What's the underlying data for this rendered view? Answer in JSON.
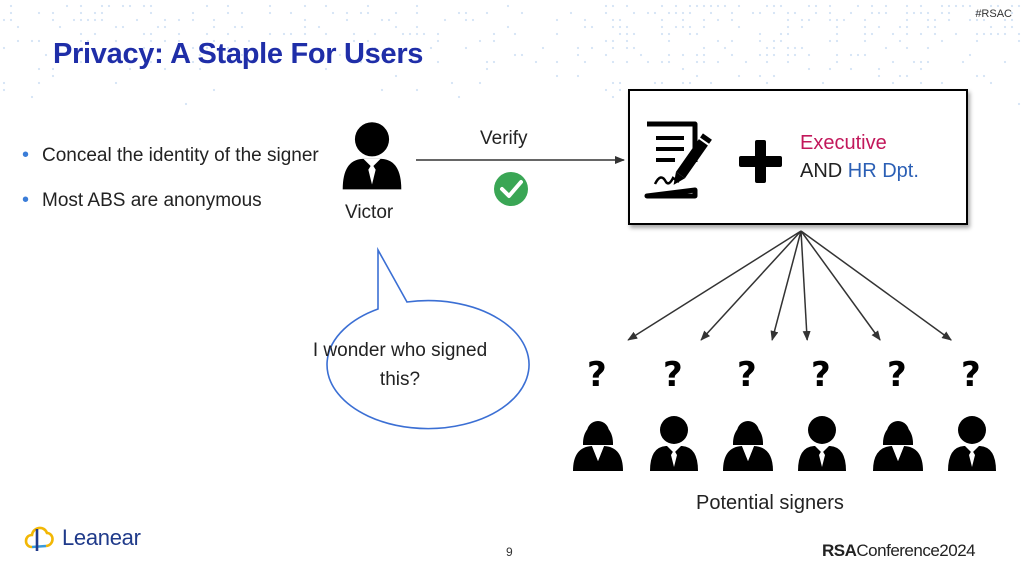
{
  "slide": {
    "tag": "#RSAC",
    "title": "Privacy: A Staple For Users",
    "bullets": [
      "Conceal the identity of the signer",
      "Most ABS are anonymous"
    ],
    "page_number": "9"
  },
  "diagram": {
    "verifier_label": "Victor",
    "verify_label": "Verify",
    "thought_text": "I wonder who signed this?",
    "policy_role_1": "Executive",
    "policy_connector": "AND",
    "policy_role_2": "HR Dpt.",
    "question_mark": "?",
    "signers_label": "Potential signers",
    "signers": [
      "female",
      "male",
      "female",
      "male",
      "female",
      "male"
    ],
    "icons": {
      "verifier": "person-icon",
      "verify": "checkmark-icon",
      "document": "signed-document-icon",
      "plus": "plus-icon"
    },
    "colors": {
      "title": "#1f2ea8",
      "role_1": "#c2185b",
      "role_2": "#2b5fb5",
      "check": "#3aa655",
      "bubble_border": "#3b6fd4"
    }
  },
  "footer": {
    "left_logo": "Leanear",
    "right_logo_bold": "RSA",
    "right_logo_rest": "Conference",
    "right_logo_year": "2024"
  }
}
